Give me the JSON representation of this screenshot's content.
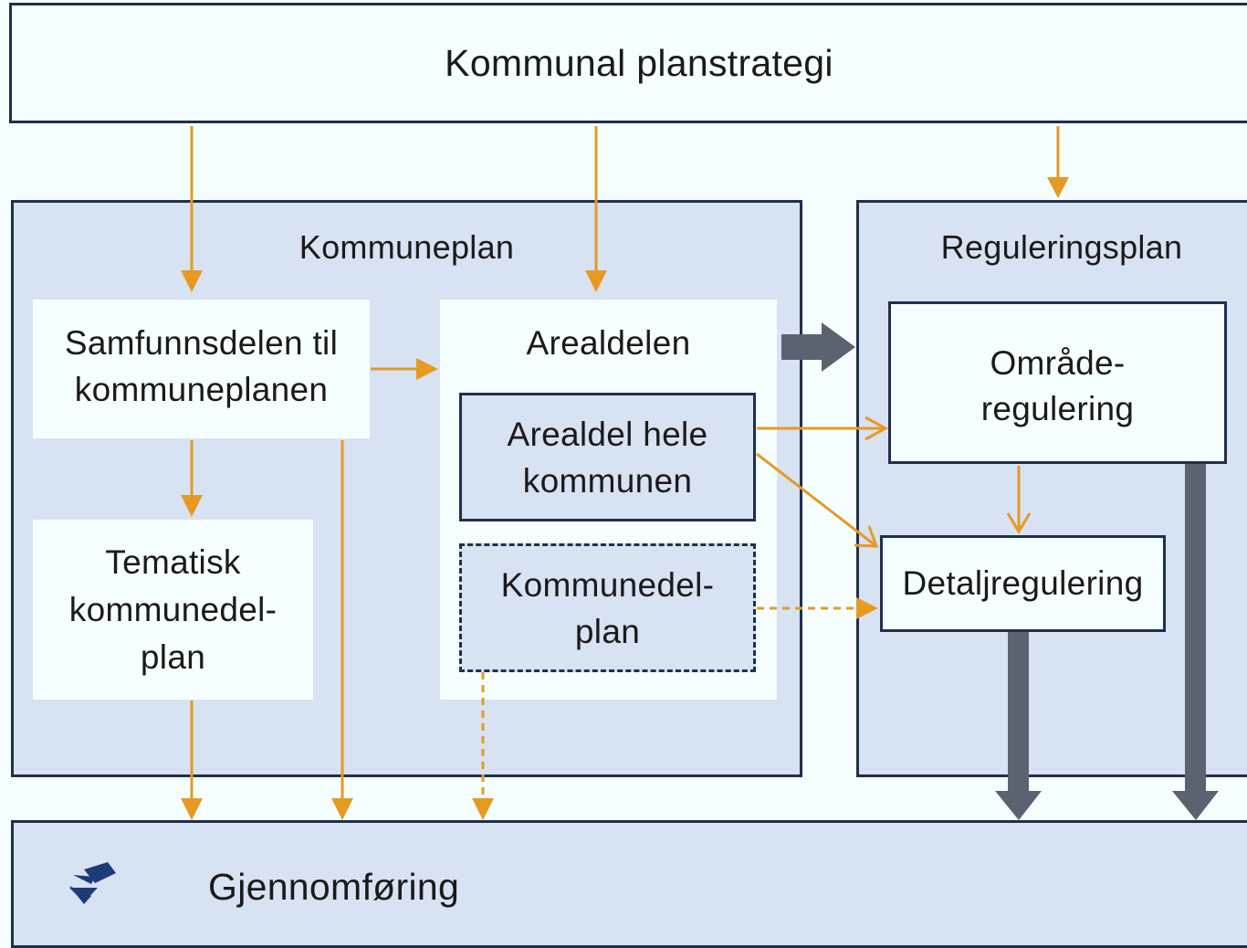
{
  "top": {
    "label": "Kommunal planstrategi"
  },
  "kommuneplan": {
    "title": "Kommuneplan",
    "samfunnsdelen": [
      "Samfunnsdelen til",
      "kommuneplanen"
    ],
    "tematisk": [
      "Tematisk",
      "kommunedel-",
      "plan"
    ],
    "arealdelen": {
      "title": "Arealdelen",
      "hele": [
        "Arealdel hele",
        "kommunen"
      ],
      "kommunedelplan": [
        "Kommunedel-",
        "plan"
      ]
    }
  },
  "reguleringsplan": {
    "title": "Reguleringsplan",
    "omrade": [
      "Område-",
      "regulering"
    ],
    "detalj": "Detaljregulering"
  },
  "gjennomforing": {
    "label": "Gjennomføring",
    "icon": "checkmark-icon"
  },
  "colors": {
    "orange": "#e69a22",
    "dark_navy": "#1f2f4d",
    "gray_arrow": "#5c6370",
    "panel": "#d7e2f3",
    "light": "#f5fefe",
    "icon": "#1c3c78"
  }
}
